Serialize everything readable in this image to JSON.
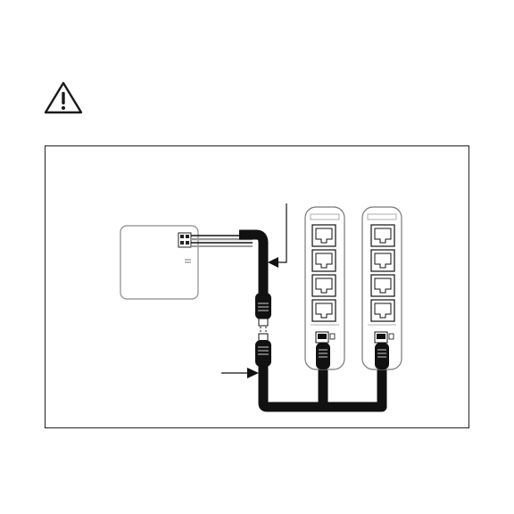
{
  "icons": {
    "warning": "warning-triangle-icon"
  },
  "colors": {
    "line": "#1a1a1a",
    "cable": "#111111",
    "device_fill": "#ffffff",
    "device_stroke": "#8a8a8a"
  },
  "diagram": {
    "hubs": 2,
    "ports_per_hub": 4,
    "arrows": 2
  }
}
